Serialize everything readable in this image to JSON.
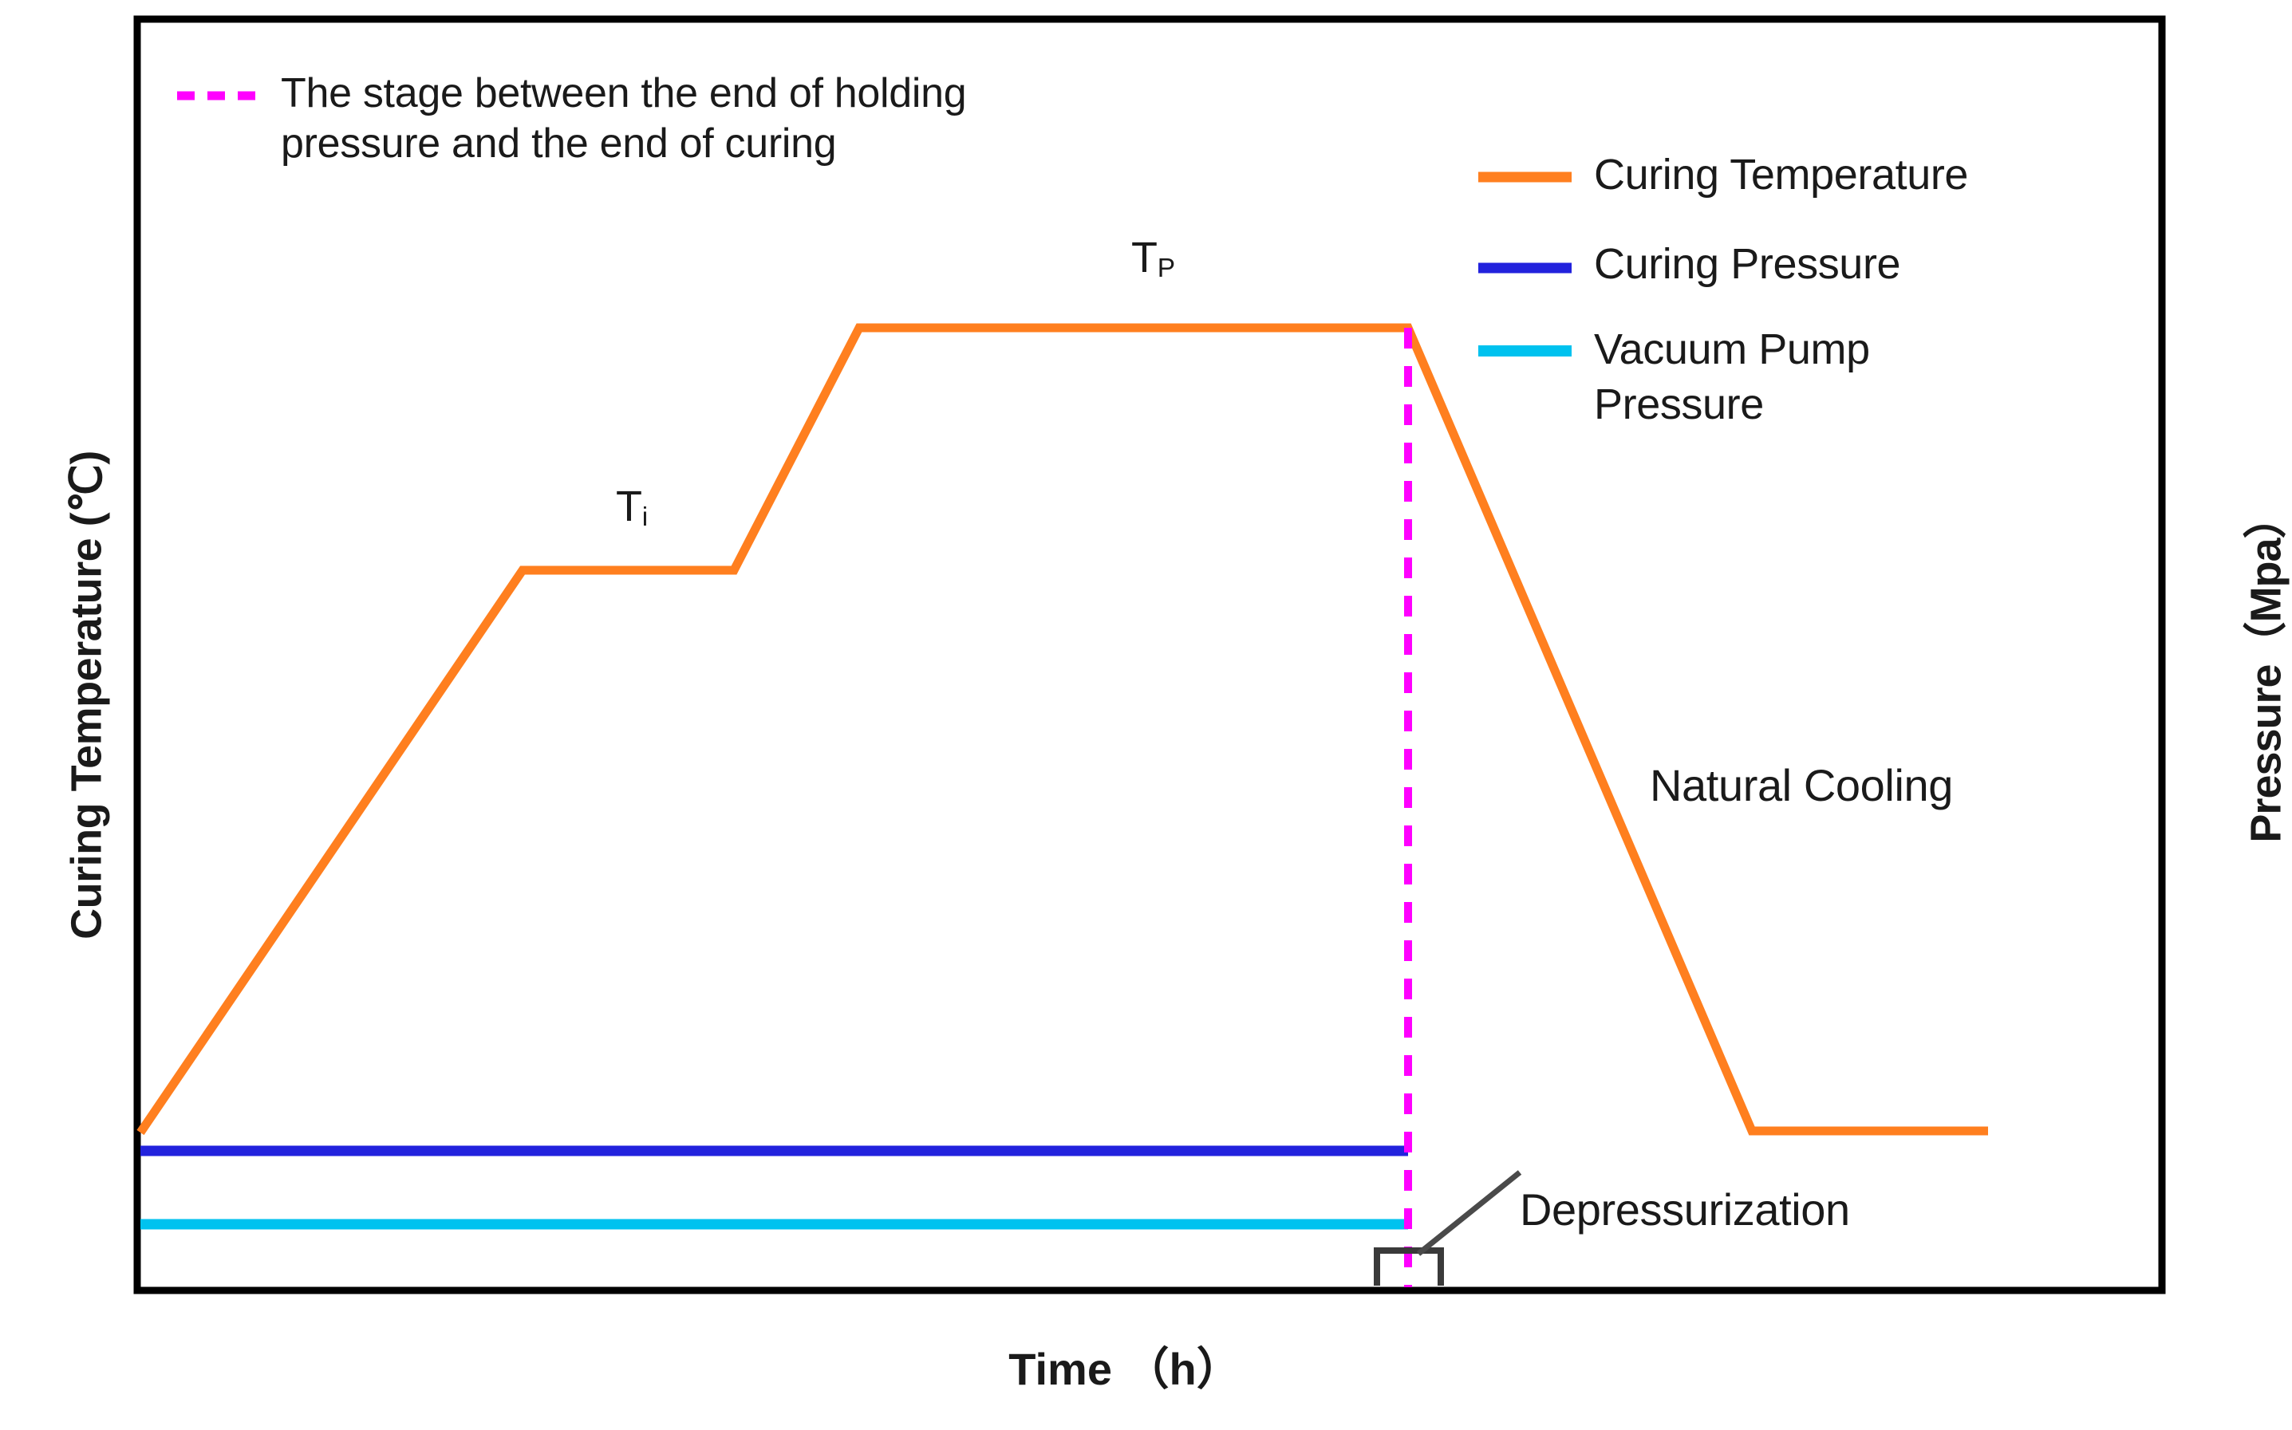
{
  "chart_data": {
    "type": "line",
    "title": "",
    "xlabel": "Time (h)",
    "ylabel_left": "Curing Temperature (℃)",
    "ylabel_right": "Pressure （Mpa）",
    "xlim": [
      0,
      100
    ],
    "ylim": [
      0,
      100
    ],
    "grid": false,
    "axis_ticks": "none",
    "legend_position": "top-right inside plot",
    "series": [
      {
        "name": "Curing Temperature",
        "color": "#ff7f1f",
        "style": "solid",
        "axis": "left",
        "points": [
          {
            "x": 0,
            "y": 8,
            "note": "start of heating ramp"
          },
          {
            "x": 21.5,
            "y": 46,
            "note": "reach Ti dwell"
          },
          {
            "x": 32.8,
            "y": 46,
            "note": "end of Ti dwell"
          },
          {
            "x": 39.5,
            "y": 83,
            "note": "reach Tp plateau"
          },
          {
            "x": 68.8,
            "y": 83,
            "note": "end of Tp holding / end of curing"
          },
          {
            "x": 86.5,
            "y": 8,
            "note": "natural cooling ends"
          },
          {
            "x": 99.0,
            "y": 8,
            "note": "hold at ambient"
          }
        ]
      },
      {
        "name": "Curing Pressure",
        "color": "#2222dd",
        "style": "solid",
        "axis": "right",
        "points": [
          {
            "x": 0,
            "y": 6.5
          },
          {
            "x": 68.8,
            "y": 6.5,
            "note": "depressurization"
          }
        ]
      },
      {
        "name": "Vacuum Pump Pressure",
        "color": "#00c2ef",
        "style": "solid",
        "axis": "right",
        "points": [
          {
            "x": 0,
            "y": 2.0
          },
          {
            "x": 68.8,
            "y": 2.0
          }
        ]
      },
      {
        "name": "The stage between the end of holding pressure and the end of curing",
        "color": "#ff00ff",
        "style": "dashed",
        "axis": "none",
        "points": [
          {
            "x": 68.8,
            "y": 83
          },
          {
            "x": 68.8,
            "y": 0
          }
        ]
      }
    ],
    "annotations": [
      {
        "text": "Ti",
        "label_base": "T",
        "label_sub": "i",
        "x": 25.5,
        "y": 52,
        "note": "intermediate dwell temperature"
      },
      {
        "text": "TP",
        "label_base": "T",
        "label_sub": "P",
        "x": 53.0,
        "y": 90,
        "note": "peak curing temperature"
      },
      {
        "text": "Natural Cooling",
        "x": 78.0,
        "y": 28
      },
      {
        "text": "Depressurization",
        "x": 73.5,
        "y": 5,
        "leader": true,
        "marker": "small-square-on-x-axis"
      }
    ]
  },
  "note": {
    "text": "The stage between the end of holding\npressure and the end of curing",
    "swatch_color": "#ff00ff",
    "swatch_style": "dashed"
  },
  "legend": {
    "items": [
      {
        "label": "Curing Temperature",
        "color": "#ff7f1f",
        "style": "solid"
      },
      {
        "label": "Curing Pressure",
        "color": "#2222dd",
        "style": "solid"
      },
      {
        "label": "Vacuum Pump\nPressure",
        "color": "#00c2ef",
        "style": "solid"
      }
    ]
  },
  "labels": {
    "ti_base": "T",
    "ti_sub": "i",
    "tp_base": "T",
    "tp_sub": "P",
    "natural_cooling": "Natural Cooling",
    "depressurization": "Depressurization"
  },
  "axes": {
    "y_left_title": "Curing Temperature (℃)",
    "y_right_title": "Pressure（Mpa）",
    "x_title_main": "Time ",
    "x_title_unit": "（h）",
    "frame_color": "#000000"
  }
}
